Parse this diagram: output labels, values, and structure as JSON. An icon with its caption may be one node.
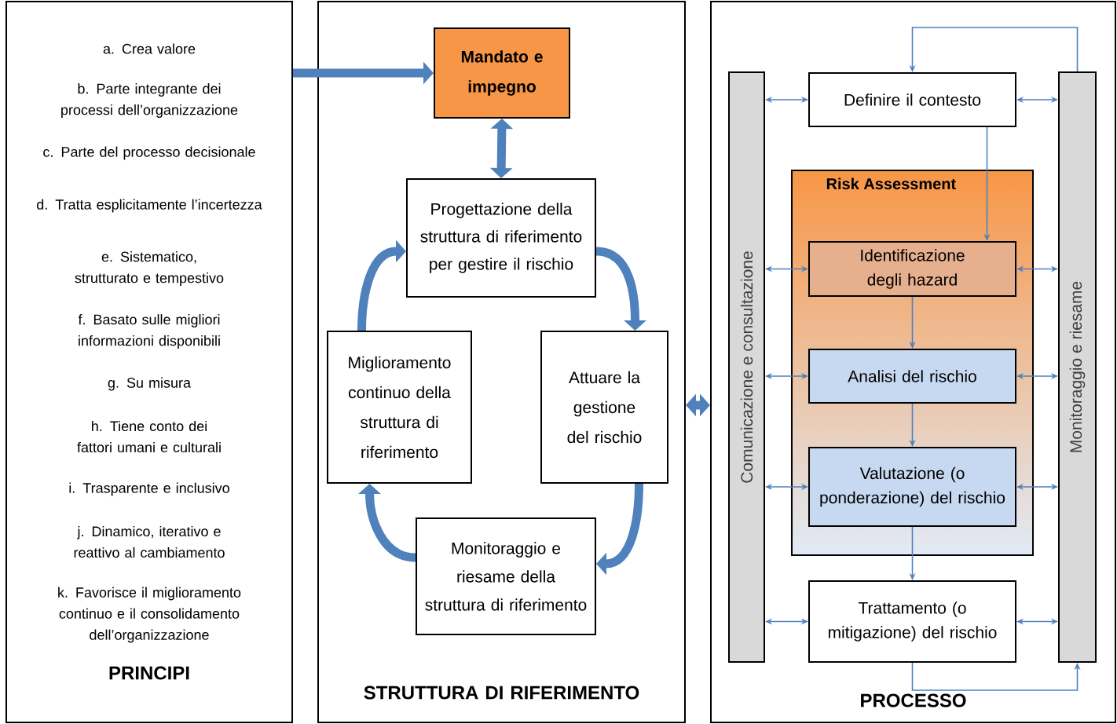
{
  "diagram": {
    "nodes": [
      {
        "text": [
          "a. Crea valore",
          "b. Parte integrante dei processi dell’organizzazione",
          "c. Parte del processo decisionale",
          "d. Tratta esplicitamente l’incertezza",
          "e. Sistematico, strutturato e tempestivo",
          "f. Basato sulle migliori informazioni disponibili",
          "g. Su misura",
          "h. Tiene conto dei fattori umani e culturali",
          "i. Trasparente e inclusivo",
          "j. Dinamico, iterativo e reattivo al cambiamento",
          "k. Favorisce il miglioramento continuo e il consolidamento dell’organizzazione",
          "PRINCIPI"
        ]
      },
      {
        "text": [
          "STRUTTURA DI RIFERIMENTO"
        ]
      },
      {
        "text": [
          "Mandato e impegno"
        ],
        "in": 1
      },
      {
        "text": [
          "Progettazione della struttura di riferimento per gestire il rischio"
        ],
        "in": 1
      },
      {
        "text": [
          "Miglioramento continuo della struttura di riferimento"
        ],
        "in": 1
      },
      {
        "text": [
          "Attuare la gestione del rischio"
        ],
        "in": 1
      },
      {
        "text": [
          "Monitoraggio e riesame della struttura di riferimento"
        ],
        "in": 1
      },
      {
        "text": [
          "PROCESSO"
        ]
      },
      {
        "text": [
          "Comunicazione e consultazione"
        ],
        "in": 7
      },
      {
        "text": [
          "Monitoraggio e riesame"
        ],
        "in": 7
      },
      {
        "text": [
          "Definire il contesto"
        ],
        "in": 7
      },
      {
        "text": [
          "Risk Assessment"
        ],
        "in": 7
      },
      {
        "text": [
          "Identificazione degli hazard"
        ],
        "in": 11
      },
      {
        "text": [
          "Analisi del rischio"
        ],
        "in": 11
      },
      {
        "text": [
          "Valutazione (o ponderazione) del rischio"
        ],
        "in": 11
      },
      {
        "text": [
          "Trattamento (o mitigazione) del rischio"
        ],
        "in": 7
      }
    ],
    "edges": [
      {
        "from": 0,
        "to": 2,
        "arrow": "to",
        "style": "thick"
      },
      {
        "from": 2,
        "to": 3,
        "arrow": "both",
        "style": "thick"
      },
      {
        "from": 3,
        "to": 5,
        "arrow": "to",
        "style": "thick"
      },
      {
        "from": 5,
        "to": 6,
        "arrow": "to",
        "style": "thick"
      },
      {
        "from": 6,
        "to": 4,
        "arrow": "to",
        "style": "thick"
      },
      {
        "from": 4,
        "to": 3,
        "arrow": "to",
        "style": "thick"
      },
      {
        "from": 1,
        "to": 7,
        "arrow": "both",
        "style": "thick"
      },
      {
        "from": 8,
        "to": 10,
        "arrow": "both"
      },
      {
        "from": 8,
        "to": 12,
        "arrow": "both"
      },
      {
        "from": 8,
        "to": 13,
        "arrow": "both"
      },
      {
        "from": 8,
        "to": 14,
        "arrow": "both"
      },
      {
        "from": 8,
        "to": 15,
        "arrow": "both"
      },
      {
        "from": 9,
        "to": 10,
        "arrow": "both"
      },
      {
        "from": 9,
        "to": 12,
        "arrow": "both"
      },
      {
        "from": 9,
        "to": 13,
        "arrow": "both"
      },
      {
        "from": 9,
        "to": 14,
        "arrow": "both"
      },
      {
        "from": 9,
        "to": 15,
        "arrow": "both"
      },
      {
        "from": 10,
        "to": 12,
        "arrow": "to"
      },
      {
        "from": 12,
        "to": 13,
        "arrow": "to"
      },
      {
        "from": 13,
        "to": 14,
        "arrow": "to"
      },
      {
        "from": 14,
        "to": 15,
        "arrow": "to"
      },
      {
        "from": 15,
        "to": 9,
        "arrow": "to"
      },
      {
        "from": 9,
        "to": 10,
        "arrow": "to"
      }
    ]
  }
}
